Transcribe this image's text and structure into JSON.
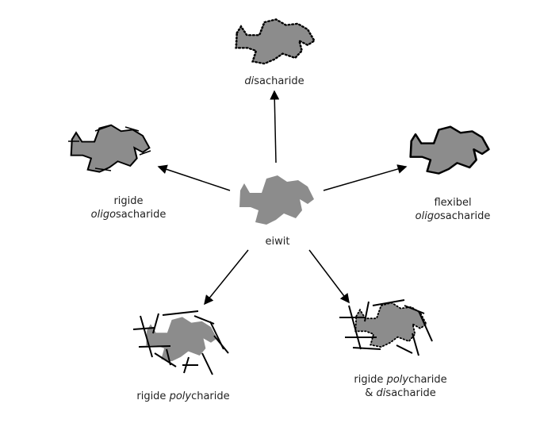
{
  "nodes": {
    "center": {
      "label": "eiwit"
    },
    "top": {
      "label_italic": "di",
      "label_rest": "sacharide"
    },
    "left": {
      "line1": "rigide",
      "line2_italic": "oligo",
      "line2_rest": "sacharide"
    },
    "right": {
      "line1": "flexibel",
      "line2_italic": "oligo",
      "line2_rest": "sacharide"
    },
    "bottom_left": {
      "prefix": "rigide ",
      "italic": "poly",
      "rest": "charide"
    },
    "bottom_right": {
      "prefix": "rigide ",
      "italic": "poly",
      "rest": "charide",
      "line2_prefix": "& ",
      "line2_italic": "di",
      "line2_rest": "sacharide"
    }
  },
  "colors": {
    "blob": "#8c8c8c",
    "stroke": "#000000"
  }
}
